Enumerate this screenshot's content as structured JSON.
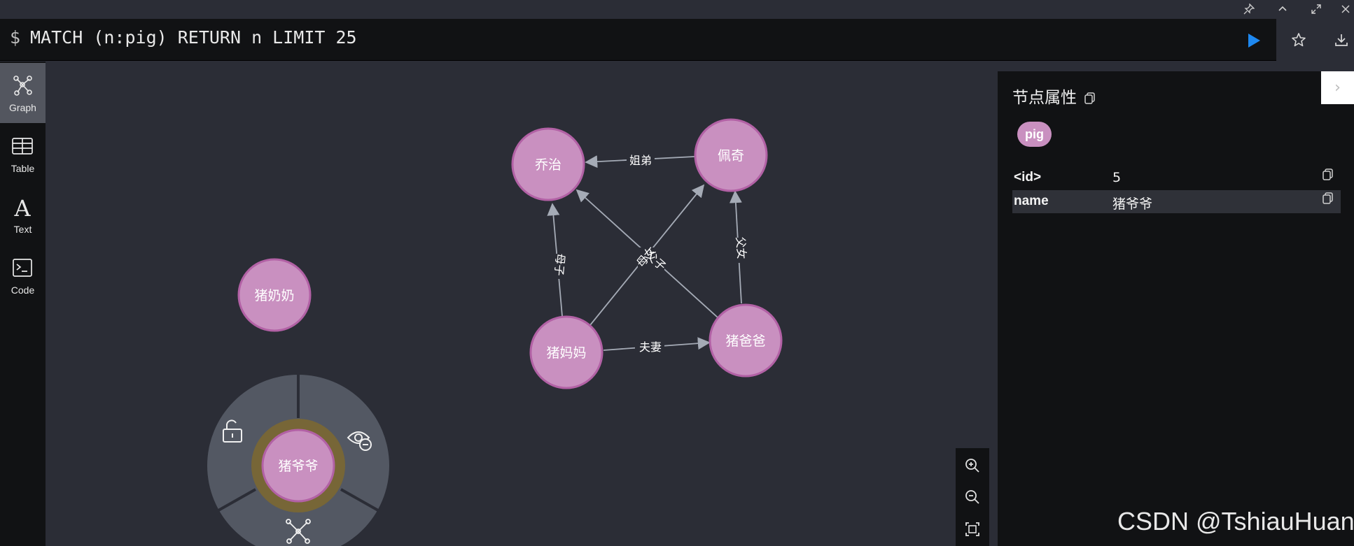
{
  "editor": {
    "prompt": "$",
    "query": "MATCH (n:pig) RETURN n LIMIT 25"
  },
  "sidebar": {
    "items": [
      {
        "label": "Graph",
        "icon": "graph-icon",
        "active": true
      },
      {
        "label": "Table",
        "icon": "table-icon",
        "active": false
      },
      {
        "label": "Text",
        "icon": "text-icon",
        "active": false
      },
      {
        "label": "Code",
        "icon": "code-icon",
        "active": false
      }
    ]
  },
  "graph": {
    "nodes": [
      {
        "name": "乔治"
      },
      {
        "name": "佩奇"
      },
      {
        "name": "猪妈妈"
      },
      {
        "name": "猪爸爸"
      },
      {
        "name": "猪奶奶"
      },
      {
        "name": "猪爷爷",
        "selected": true
      }
    ],
    "relationships": [
      {
        "type": "姐弟",
        "from": "佩奇",
        "to": "乔治"
      },
      {
        "type": "母子",
        "from": "猪妈妈",
        "to": "乔治"
      },
      {
        "type": "母女",
        "from": "猪妈妈",
        "to": "佩奇"
      },
      {
        "type": "父子",
        "from": "猪爸爸",
        "to": "乔治"
      },
      {
        "type": "父女",
        "from": "猪爸爸",
        "to": "佩奇"
      },
      {
        "type": "夫妻",
        "from": "猪妈妈",
        "to": "猪爸爸"
      }
    ],
    "node_color": "#c990c0",
    "node_border": "#b261a5",
    "edge_color": "#a5abb6",
    "context_menu": [
      "unlock-icon",
      "hide-icon",
      "expand-icon"
    ]
  },
  "panel": {
    "title": "节点属性",
    "label_tag": "pig",
    "properties": [
      {
        "key": "<id>",
        "value": "5"
      },
      {
        "key": "name",
        "value": "猪爷爷"
      }
    ]
  },
  "watermark": "CSDN @TshiauHuan",
  "colors": {
    "background": "#2b2d36",
    "panel": "#111214",
    "run": "#1e88f0"
  }
}
